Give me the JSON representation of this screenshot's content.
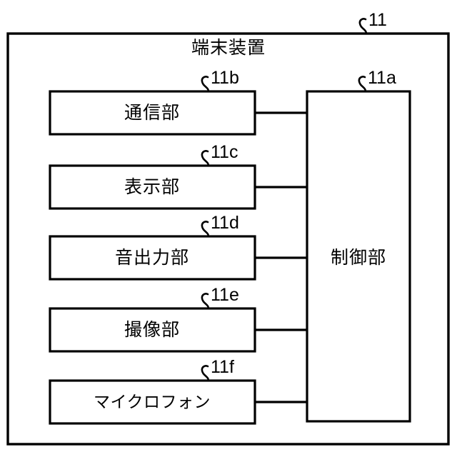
{
  "figure": {
    "background": "#ffffff",
    "line_color": "#000000",
    "outer": {
      "title": "端末装置",
      "ref": "11"
    },
    "control_unit": {
      "label": "制御部",
      "ref": "11a"
    },
    "modules": [
      {
        "label": "通信部",
        "ref": "11b"
      },
      {
        "label": "表示部",
        "ref": "11c"
      },
      {
        "label": "音出力部",
        "ref": "11d"
      },
      {
        "label": "撮像部",
        "ref": "11e"
      },
      {
        "label": "マイクロフォン",
        "ref": "11f"
      }
    ]
  }
}
